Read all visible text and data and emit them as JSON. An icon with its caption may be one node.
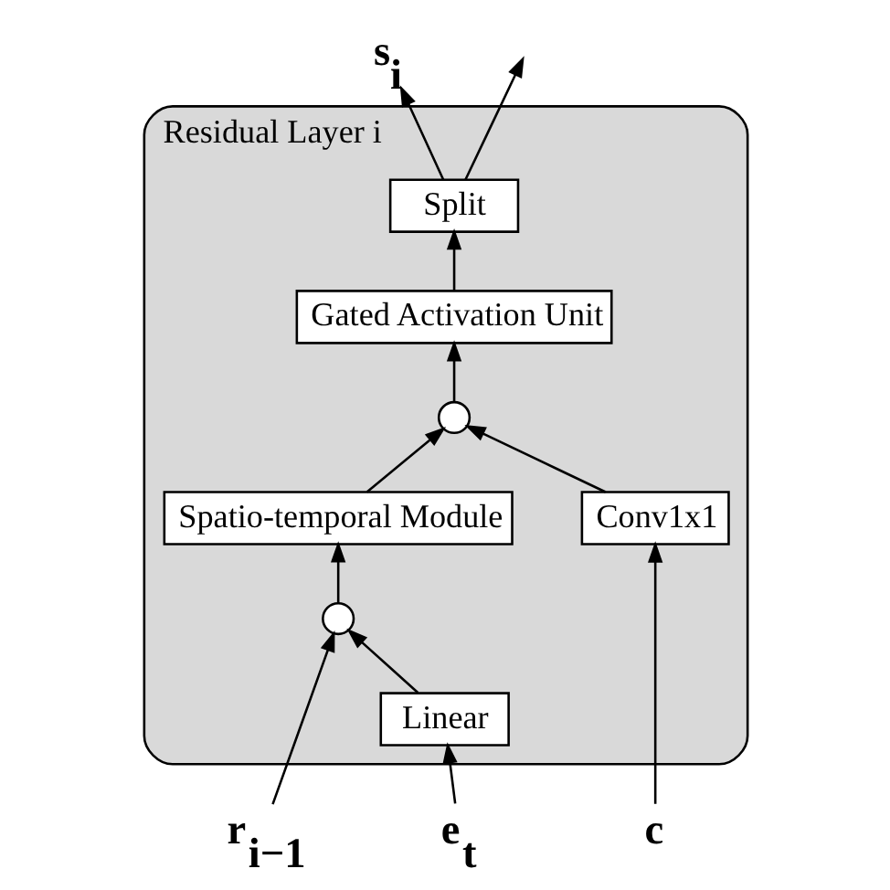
{
  "diagram": {
    "nodes": [
      {
        "text": [
          "Residual Layer i"
        ]
      },
      {
        "text": [
          "Split"
        ],
        "in": 0
      },
      {
        "text": [
          "Gated Activation Unit"
        ],
        "in": 0
      },
      {
        "text": [],
        "shape": "circle",
        "in": 0
      },
      {
        "text": [
          "Spatio-temporal Module"
        ],
        "in": 0
      },
      {
        "text": [],
        "shape": "circle",
        "in": 0
      },
      {
        "text": [
          "Linear"
        ],
        "in": 0
      },
      {
        "text": [
          "Conv1x1"
        ],
        "in": 0
      },
      {
        "text": [
          "r$_{i−1}$"
        ]
      },
      {
        "text": [
          "e$_{t}$"
        ]
      },
      {
        "text": [
          "c"
        ]
      },
      {
        "text": [
          "s$_{i}$"
        ]
      }
    ],
    "edges": [
      {
        "from": 8,
        "to": 5,
        "arrow": "to"
      },
      {
        "from": 9,
        "to": 6,
        "arrow": "to"
      },
      {
        "from": 6,
        "to": 5,
        "arrow": "to"
      },
      {
        "from": 5,
        "to": 4,
        "arrow": "to"
      },
      {
        "from": 4,
        "to": 3,
        "arrow": "to"
      },
      {
        "from": 10,
        "to": 7,
        "arrow": "to"
      },
      {
        "from": 7,
        "to": 3,
        "arrow": "to"
      },
      {
        "from": 3,
        "to": 2,
        "arrow": "to"
      },
      {
        "from": 2,
        "to": 1,
        "arrow": "to"
      },
      {
        "from": 1,
        "to": 11,
        "arrow": "to"
      },
      {
        "from": 1,
        "to": null,
        "arrow": "to"
      }
    ]
  }
}
